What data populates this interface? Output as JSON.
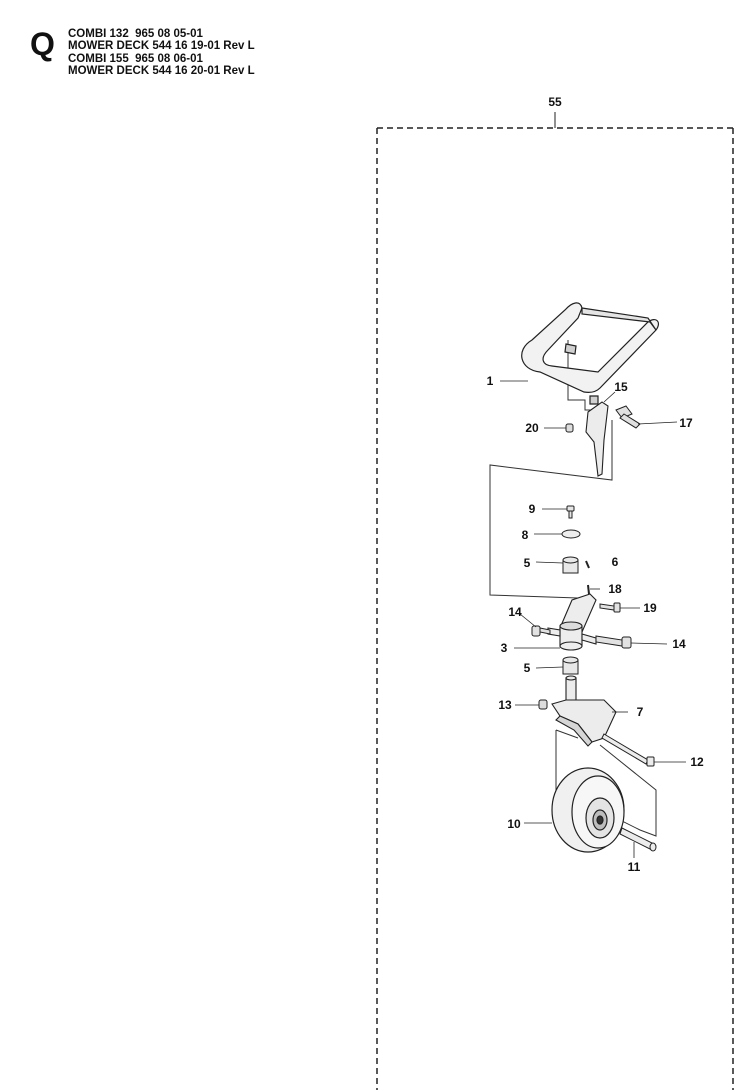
{
  "header": {
    "section_letter": "Q",
    "lines": [
      "COMBI 132  965 08 05-01",
      "MOWER DECK 544 16 19-01 Rev L",
      "COMBI 155  965 08 06-01",
      "MOWER DECK 544 16 20-01 Rev L"
    ]
  },
  "diagram": {
    "group_label": "55",
    "callouts": [
      "1",
      "15",
      "17",
      "20",
      "9",
      "8",
      "5",
      "6",
      "18",
      "19",
      "14",
      "3",
      "14",
      "5",
      "13",
      "7",
      "12",
      "10",
      "11"
    ]
  }
}
